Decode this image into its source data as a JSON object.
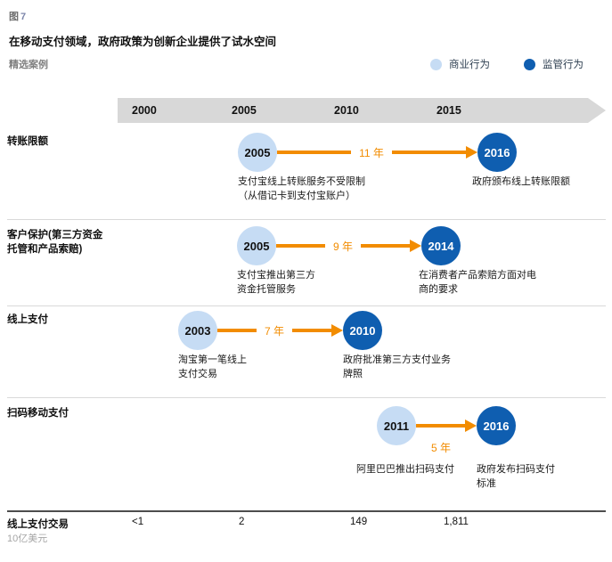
{
  "header": {
    "figure_label": "图",
    "figure_number": "7",
    "title": "在移动支付领域，政府政策为创新企业提供了试水空间",
    "section_label": "精选案例"
  },
  "legend": {
    "commercial": {
      "label": "商业行为",
      "color": "#c6dcf4"
    },
    "regulatory": {
      "label": "监管行为",
      "color": "#0f5eb0"
    }
  },
  "axis": {
    "years": [
      "2000",
      "2005",
      "2010",
      "2015"
    ]
  },
  "rows": [
    {
      "category": "转账限额",
      "start_year": "2005",
      "start_desc": "支付宝线上转账服务不受限制\n（从借记卡到支付宝账户）",
      "duration": "11 年",
      "end_year": "2016",
      "end_desc": "政府颁布线上转账限额"
    },
    {
      "category": "客户保护(第三方资金\n托管和产品索赔)",
      "start_year": "2005",
      "start_desc": "支付宝推出第三方\n资金托管服务",
      "duration": "9 年",
      "end_year": "2014",
      "end_desc": "在消费者产品索赔方面对电\n商的要求"
    },
    {
      "category": "线上支付",
      "start_year": "2003",
      "start_desc": "淘宝第一笔线上\n支付交易",
      "duration": "7 年",
      "end_year": "2010",
      "end_desc": "政府批准第三方支付业务\n牌照"
    },
    {
      "category": "扫码移动支付",
      "start_year": "2011",
      "start_desc": "阿里巴巴推出扫码支付",
      "duration": "5 年",
      "end_year": "2016",
      "end_desc": "政府发布扫码支付\n标准"
    }
  ],
  "footer": {
    "label": "线上支付交易",
    "unit": "10亿美元",
    "values": [
      "<1",
      "2",
      "149",
      "1,811"
    ]
  },
  "colors": {
    "commercial_blue": "#c6dcf4",
    "regulatory_blue": "#0f5eb0",
    "arrow_orange": "#f28c00",
    "axis_band_gray": "#d8d8d8",
    "divider_gray": "#d9d9d9"
  },
  "chart_data": {
    "type": "timeline",
    "title": "在移动支付领域，政府政策为创新企业提供了试水空间",
    "subtitle": "精选案例",
    "axis_years": [
      2000,
      2005,
      2010,
      2015
    ],
    "legend": [
      "商业行为",
      "监管行为"
    ],
    "series": [
      {
        "category": "转账限额",
        "commercial_event": {
          "year": 2005,
          "label": "支付宝线上转账服务不受限制（从借记卡到支付宝账户）"
        },
        "regulatory_event": {
          "year": 2016,
          "label": "政府颁布线上转账限额"
        },
        "gap_label": "11 年"
      },
      {
        "category": "客户保护(第三方资金托管和产品索赔)",
        "commercial_event": {
          "year": 2005,
          "label": "支付宝推出第三方资金托管服务"
        },
        "regulatory_event": {
          "year": 2014,
          "label": "在消费者产品索赔方面对电商的要求"
        },
        "gap_label": "9 年"
      },
      {
        "category": "线上支付",
        "commercial_event": {
          "year": 2003,
          "label": "淘宝第一笔线上支付交易"
        },
        "regulatory_event": {
          "year": 2010,
          "label": "政府批准第三方支付业务牌照"
        },
        "gap_label": "7 年"
      },
      {
        "category": "扫码移动支付",
        "commercial_event": {
          "year": 2011,
          "label": "阿里巴巴推出扫码支付"
        },
        "regulatory_event": {
          "year": 2016,
          "label": "政府发布扫码支付标准"
        },
        "gap_label": "5 年"
      }
    ],
    "bottom_series": {
      "label": "线上支付交易",
      "unit": "10亿美元",
      "x": [
        2000,
        2005,
        2010,
        2015
      ],
      "values": [
        "<1",
        "2",
        "149",
        "1,811"
      ]
    }
  }
}
